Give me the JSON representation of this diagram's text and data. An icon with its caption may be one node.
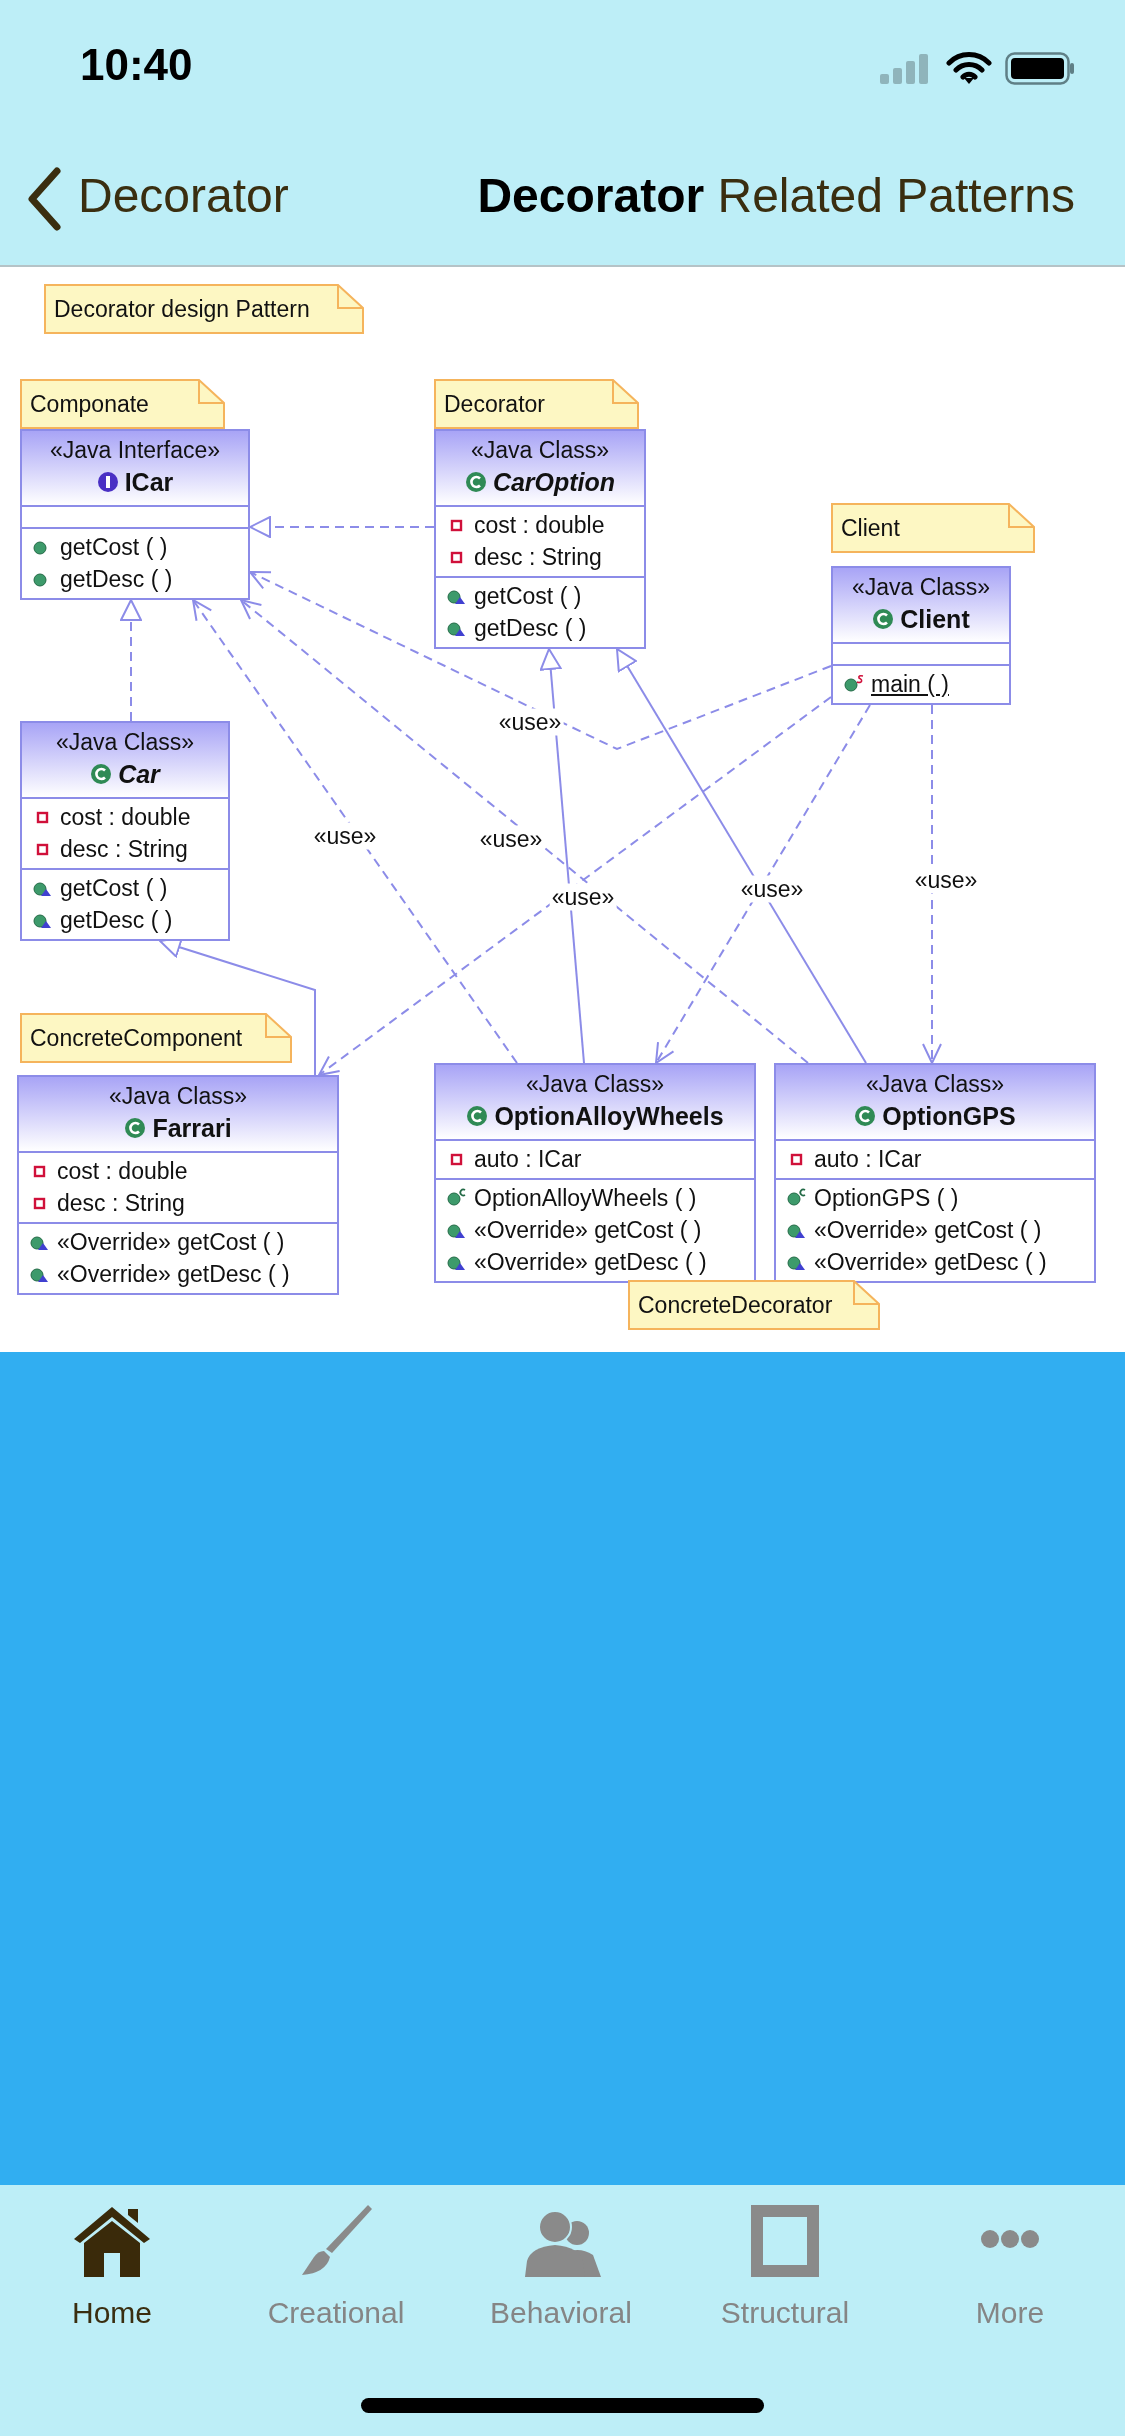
{
  "diagram": {
    "title": "**Decorator** Related Patterns",
    "nodes": [
      {
        "text": [
          "Decorator design Pattern"
        ]
      },
      {
        "text": [
          "Componate"
        ]
      },
      {
        "text": [
          "«Java Interface»",
          "ICar",
          "getCost ( )",
          "getDesc ( )"
        ]
      },
      {
        "text": [
          "Decorator"
        ]
      },
      {
        "text": [
          "«Java Class»",
          "CarOption",
          "cost : double",
          "desc : String",
          "getCost ( )",
          "getDesc ( )"
        ]
      },
      {
        "text": [
          "Client"
        ]
      },
      {
        "text": [
          "«Java Class»",
          "Client",
          "main ( )"
        ]
      },
      {
        "text": [
          "«Java Class»",
          "Car",
          "cost : double",
          "desc : String",
          "getCost ( )",
          "getDesc ( )"
        ]
      },
      {
        "text": [
          "ConcreteComponent"
        ]
      },
      {
        "text": [
          "«Java Class»",
          "Farrari",
          "cost : double",
          "desc : String",
          "«Override» getCost ( )",
          "«Override» getDesc ( )"
        ]
      },
      {
        "text": [
          "«Java Class»",
          "OptionAlloyWheels",
          "auto : ICar",
          "OptionAlloyWheels ( )",
          "«Override» getCost ( )",
          "«Override» getDesc ( )"
        ]
      },
      {
        "text": [
          "«Java Class»",
          "OptionGPS",
          "auto : ICar",
          "OptionGPS ( )",
          "«Override» getCost ( )",
          "«Override» getDesc ( )"
        ]
      },
      {
        "text": [
          "ConcreteDecorator"
        ]
      },
      {
        "text": [],
        "shape": "bar"
      }
    ],
    "edges": [
      {
        "from": 4,
        "to": 2,
        "arrow": "to",
        "style": "dashed"
      },
      {
        "from": 7,
        "to": 2,
        "arrow": "to",
        "style": "dashed"
      },
      {
        "from": 9,
        "to": 7,
        "arrow": "to"
      },
      {
        "from": 10,
        "to": 4,
        "arrow": "to"
      },
      {
        "from": 11,
        "to": 4,
        "arrow": "to"
      },
      {
        "from": 6,
        "to": 2,
        "arrow": "to",
        "style": "dashed",
        "label": "«use»"
      },
      {
        "from": 10,
        "to": 2,
        "arrow": "to",
        "style": "dashed",
        "label": "«use»"
      },
      {
        "from": 11,
        "to": 2,
        "arrow": "to",
        "style": "dashed",
        "label": "«use»"
      },
      {
        "from": 6,
        "to": 9,
        "arrow": "to",
        "style": "dashed",
        "label": "«use»"
      },
      {
        "from": 6,
        "to": 10,
        "arrow": "to",
        "style": "dashed",
        "label": "«use»"
      },
      {
        "from": 6,
        "to": 11,
        "arrow": "to",
        "style": "dashed",
        "label": "«use»"
      }
    ],
    "labels": [
      "10:40",
      "Decorator",
      "Home",
      "Creational",
      "Behavioral",
      "Structural",
      "More"
    ]
  }
}
